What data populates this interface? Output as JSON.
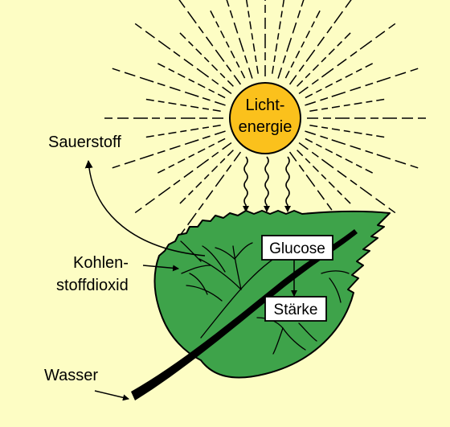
{
  "sun": {
    "line1": "Licht-",
    "line2": "energie",
    "color": "#fbc11c"
  },
  "leaf": {
    "color": "#3ea34a"
  },
  "background": "#fdfdc4",
  "labels": {
    "oxygen": "Sauerstoff",
    "co2_line1": "Kohlen-",
    "co2_line2": "stoffdioxid",
    "water": "Wasser"
  },
  "boxes": {
    "glucose": "Glucose",
    "starch": "Stärke"
  }
}
